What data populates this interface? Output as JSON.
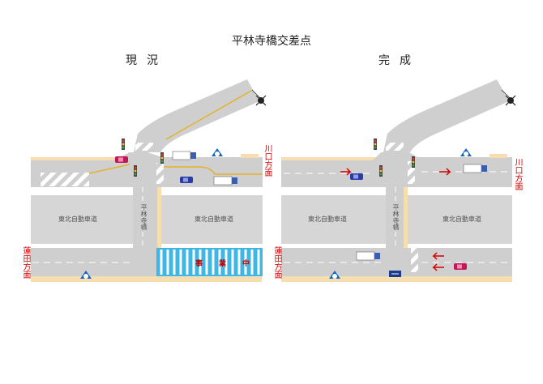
{
  "title": "平林寺橋交差点",
  "panels": {
    "before": "現況",
    "after": "完成"
  },
  "labels": {
    "expressway": "東北自動車道",
    "bridge_road": "平林寺橋",
    "kawaguchi": "川口方面",
    "hasuda": "蓮田方面",
    "construction": "事業中"
  },
  "colors": {
    "road": "#cfcfcf",
    "expressway": "#d6d6d6",
    "sidewalk": "#f6deb0",
    "centerline": "#e3b22c",
    "construction": "#3eb6e6",
    "label_red": "#d10000"
  }
}
